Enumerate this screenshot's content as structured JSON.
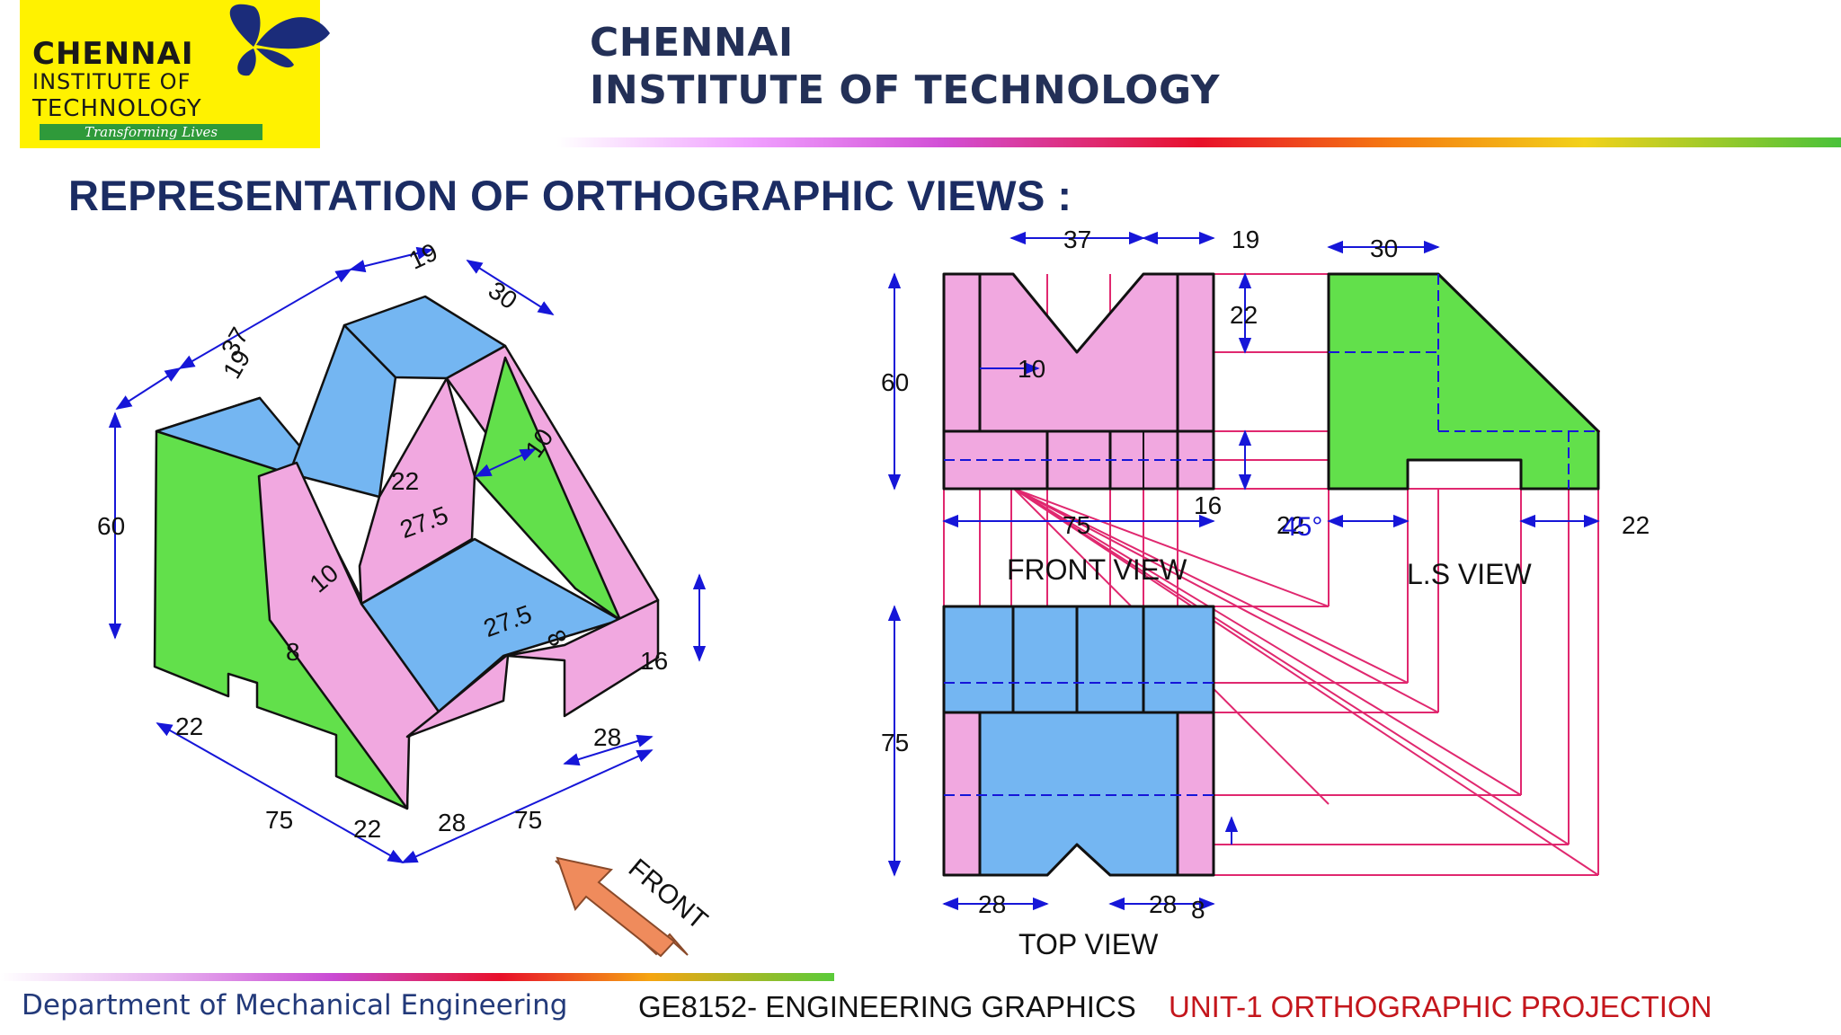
{
  "logo": {
    "line1": "CHENNAI",
    "line2": "INSTITUTE OF",
    "line3": "TECHNOLOGY",
    "tagline": "Transforming Lives",
    "background": "#fff200",
    "icon": "butterfly-icon"
  },
  "header": {
    "title_line1": "CHENNAI",
    "title_line2": "INSTITUTE OF TECHNOLOGY",
    "color": "#233057"
  },
  "slide": {
    "title": "REPRESENTATION OF ORTHOGRAPHIC VIEWS :",
    "title_color": "#1b2c63"
  },
  "isometric": {
    "dims": [
      "19",
      "37",
      "19",
      "30",
      "60",
      "22",
      "27.5",
      "10",
      "10",
      "27.5",
      "8",
      "8",
      "16",
      "22",
      "28",
      "75",
      "22",
      "28",
      "75"
    ],
    "front_label": "FRONT",
    "colors": {
      "top_faces": "#74b6f2",
      "side_faces": "#62e04b",
      "front_faces": "#f1a8e0"
    }
  },
  "orthographic": {
    "front_view": {
      "label": "FRONT VIEW",
      "dims": [
        "37",
        "19",
        "22",
        "60",
        "10",
        "16",
        "75"
      ]
    },
    "ls_view": {
      "label": "L.S VIEW",
      "dims": [
        "30",
        "22",
        "22"
      ]
    },
    "top_view": {
      "label": "TOP VIEW",
      "dims": [
        "75",
        "28",
        "28",
        "8"
      ]
    },
    "miter_angle": "45°",
    "projector_color": "#e0286f",
    "dimension_color": "#1616d8"
  },
  "footer": {
    "department": "Department of Mechanical Engineering",
    "course": "GE8152- ENGINEERING GRAPHICS",
    "unit": "UNIT-1  ORTHOGRAPHIC PROJECTION",
    "course_color": "#111111",
    "unit_color": "#c4161c"
  }
}
